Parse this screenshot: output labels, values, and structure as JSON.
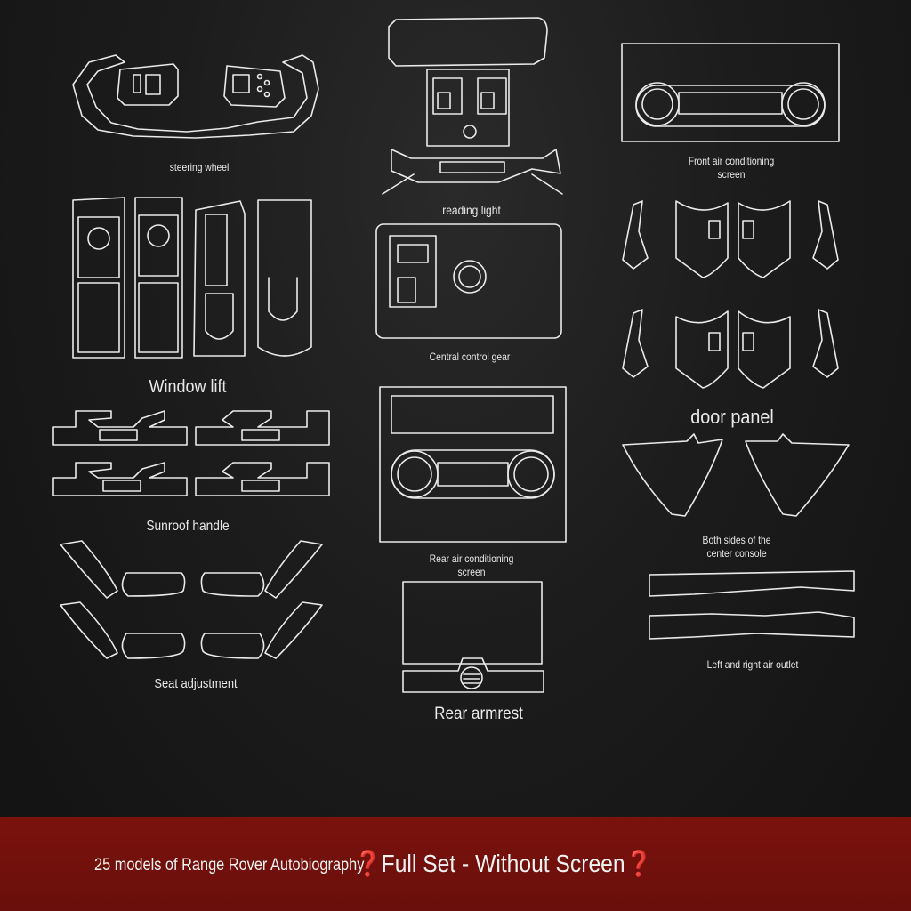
{
  "labels": {
    "steering_wheel": "steering wheel",
    "reading_light": "reading light",
    "front_ac": [
      "Front air conditioning",
      "screen"
    ],
    "window_lift": "Window lift",
    "central_control_gear": "Central control gear",
    "door_panel": "door panel",
    "sunroof_handle": "Sunroof handle",
    "rear_ac": [
      "Rear air conditioning",
      "screen"
    ],
    "both_sides_console": [
      "Both sides of the",
      "center console"
    ],
    "seat_adjustment": "Seat adjustment",
    "air_outlet": "Left and right air outlet",
    "rear_armrest": "Rear armrest"
  },
  "banner": {
    "line1": "25 models of Range Rover Autobiography",
    "line2": "❓Full Set - Without Screen❓"
  },
  "colors": {
    "outline": "#eaeaea",
    "banner": "#6f100c",
    "background": "#1c1c1c"
  }
}
